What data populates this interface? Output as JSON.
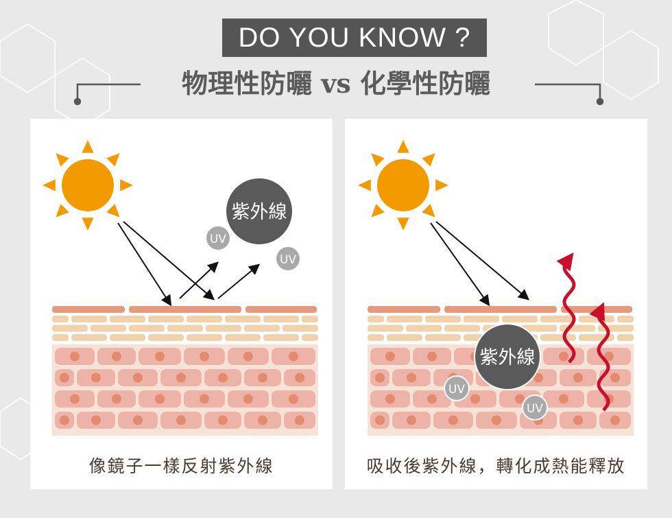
{
  "header": {
    "badge": "DO YOU KNOW ?",
    "title": "物理性防曬 vs 化學性防曬"
  },
  "left_panel": {
    "caption": "像鏡子一樣反射紫外線",
    "uv_label": "紫外線",
    "uv_small_1": "UV",
    "uv_small_2": "UV"
  },
  "right_panel": {
    "caption": "吸收後紫外線，轉化成熱能釋放",
    "uv_label": "紫外線",
    "uv_small_1": "UV",
    "uv_small_2": "UV"
  },
  "colors": {
    "sun": "#f29a00",
    "dark_circle": "#5a5a5a",
    "uv_circle": "#a9a9a9",
    "heat": "#c8102e",
    "skin_top": "#e49a7c",
    "skin_brick": "#f0d2ad",
    "cell": "#eeb3a8",
    "nucleus": "#e48a6e"
  }
}
